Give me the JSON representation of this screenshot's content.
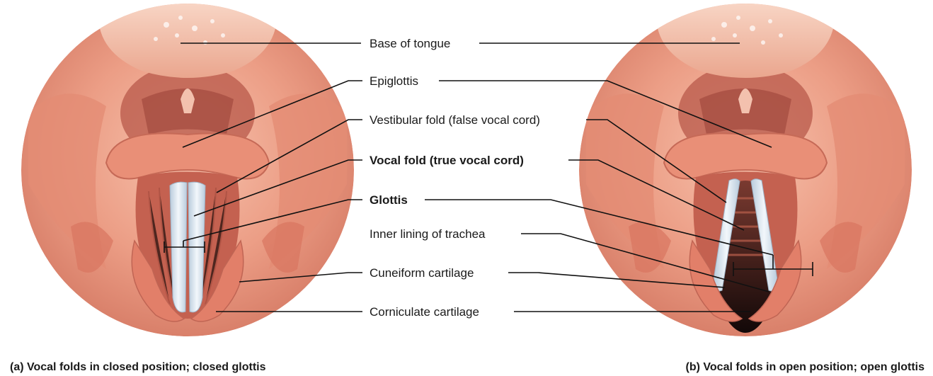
{
  "labels": {
    "base_of_tongue": "Base of tongue",
    "epiglottis": "Epiglottis",
    "vestibular_fold": "Vestibular fold (false vocal cord)",
    "vocal_fold": "Vocal fold (true vocal cord)",
    "glottis": "Glottis",
    "inner_lining": "Inner lining of trachea",
    "cuneiform": "Cuneiform cartilage",
    "corniculate": "Corniculate cartilage"
  },
  "captions": {
    "a": "(a) Vocal folds in closed position; closed glottis",
    "b": "(b) Vocal folds in open position; open glottis"
  },
  "colors": {
    "tissue": "#e9937c",
    "tissue_light": "#f4b8a2",
    "tissue_dark": "#b8584a",
    "vocal_fold": "#dfe9f2",
    "airway": "#1a1010"
  }
}
